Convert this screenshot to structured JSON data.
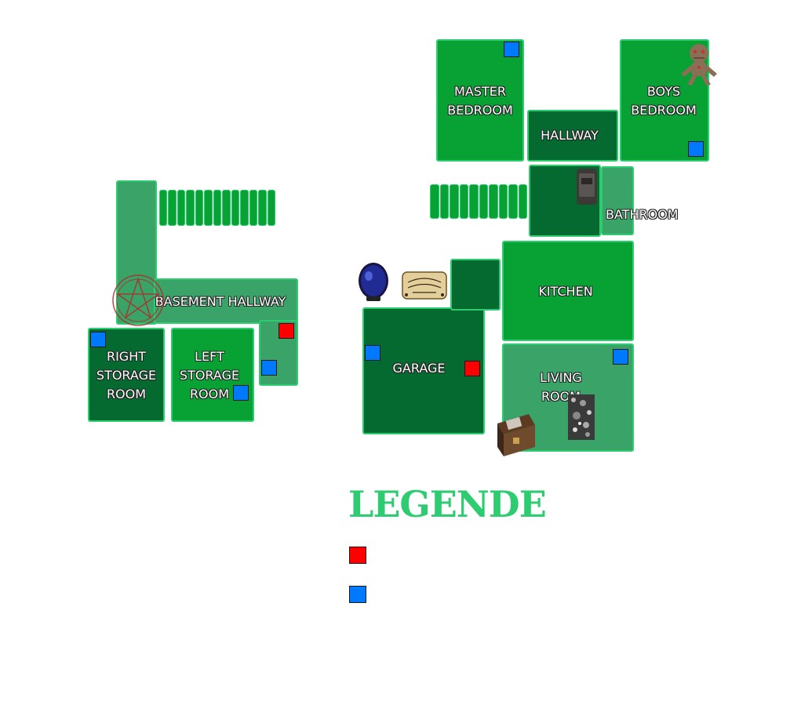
{
  "rooms": {
    "master_bedroom": "MASTER\nBEDROOM",
    "hallway": "HALLWAY",
    "boys_bedroom": "BOYS\nBEDROOM",
    "bathroom": "BATHROOM",
    "kitchen": "KITCHEN",
    "garage": "GARAGE",
    "living_room": "LIVING\nROOM",
    "basement_hallway": "BASEMENT HALLWAY",
    "right_storage_room": "RIGHT\nSTORAGE\nROOM",
    "left_storage_room": "LEFT\nSTORAGE\nROOM"
  },
  "legend": {
    "title": "LEGENDE",
    "items": [
      {
        "color": "#ff0000",
        "label": ""
      },
      {
        "color": "#0079ff",
        "label": ""
      }
    ]
  },
  "colors": {
    "room_light": "#3aa468",
    "room_mid": "#07a233",
    "room_dark": "#056a30",
    "room_border": "#2ecc71",
    "marker_red": "#ff0000",
    "marker_blue": "#0079ff"
  },
  "icons": [
    "voodoo-doll-icon",
    "tarot-book-icon",
    "crystal-ball-icon",
    "ouija-board-icon",
    "summoning-circle-icon",
    "music-box-icon",
    "monkey-paw-icon"
  ]
}
